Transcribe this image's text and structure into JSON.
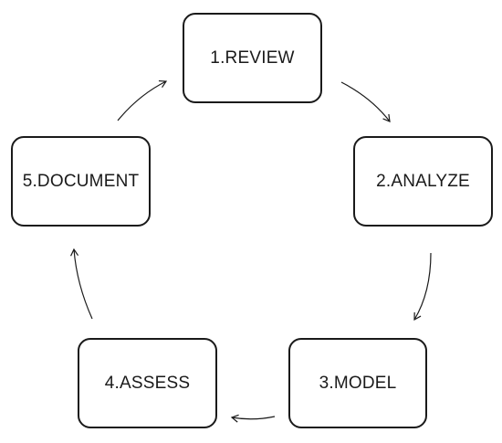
{
  "nodes": [
    {
      "id": "review",
      "label": "1.REVIEW"
    },
    {
      "id": "analyze",
      "label": "2.ANALYZE"
    },
    {
      "id": "model",
      "label": "3.MODEL"
    },
    {
      "id": "assess",
      "label": "4.ASSESS"
    },
    {
      "id": "document",
      "label": "5.DOCUMENT"
    }
  ],
  "edges": [
    {
      "from": "review",
      "to": "analyze"
    },
    {
      "from": "analyze",
      "to": "model"
    },
    {
      "from": "model",
      "to": "assess"
    },
    {
      "from": "assess",
      "to": "document"
    },
    {
      "from": "document",
      "to": "review"
    }
  ],
  "colors": {
    "stroke": "#1a1a1a",
    "background": "#ffffff"
  }
}
